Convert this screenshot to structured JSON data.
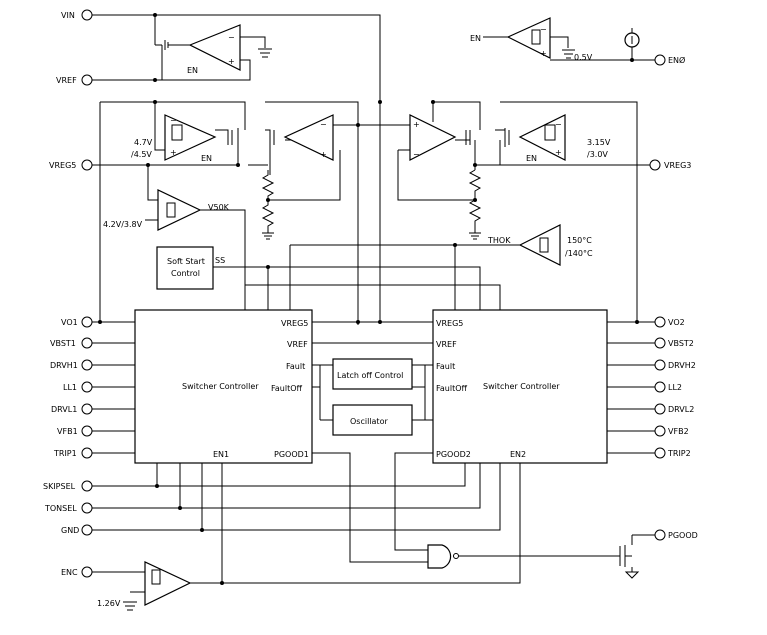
{
  "pins": {
    "vin": "VIN",
    "vref": "VREF",
    "vreg5": "VREG5",
    "vreg3": "VREG3",
    "en0": "ENØ",
    "vo1": "VO1",
    "vbst1": "VBST1",
    "drvh1": "DRVH1",
    "ll1": "LL1",
    "drvl1": "DRVL1",
    "vfb1": "VFB1",
    "trip1": "TRIP1",
    "skipsel": "SKIPSEL",
    "tonsel": "TONSEL",
    "gnd": "GND",
    "enc": "ENC",
    "vo2": "VO2",
    "vbst2": "VBST2",
    "drvh2": "DRVH2",
    "ll2": "LL2",
    "drvl2": "DRVL2",
    "vfb2": "VFB2",
    "trip2": "TRIP2",
    "pgood": "PGOOD"
  },
  "labels": {
    "en": "EN",
    "v05": "0.5V",
    "th_47": "4.7V",
    "th_45": "/4.5V",
    "th_315": "3.15V",
    "th_30": "/3.0V",
    "th_42": "4.2V/3.8V",
    "v50k": "V50K",
    "thok": "THOK",
    "t150": "150°C",
    "t140": "/140°C",
    "v126": "1.26V",
    "ss": "SS"
  },
  "blocks": {
    "softstart_l1": "Soft Start",
    "softstart_l2": "Control",
    "latch": "Latch off Control",
    "osc": "Oscillator",
    "sw_title": "Switcher Controller",
    "sw1_vreg5": "VREG5",
    "sw1_vref": "VREF",
    "sw1_fault": "Fault",
    "sw1_faultoff": "FaultOff",
    "sw1_en": "EN1",
    "sw1_pgood": "PGOOD1",
    "sw2_vreg5": "VREG5",
    "sw2_vref": "VREF",
    "sw2_fault": "Fault",
    "sw2_faultoff": "FaultOff",
    "sw2_en": "EN2",
    "sw2_pgood": "PGOOD2"
  }
}
